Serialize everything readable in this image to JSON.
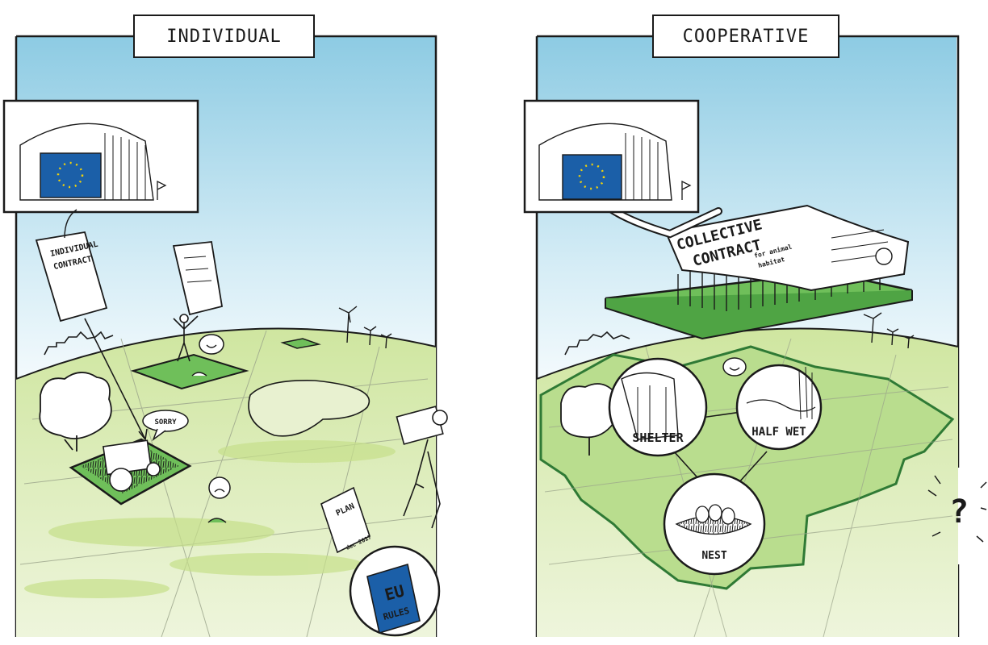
{
  "panels": {
    "left": {
      "title": "INDIVIDUAL",
      "contract_text": [
        "INDIVIDUAL",
        "CONTRACT"
      ],
      "speech_sorry": "SORRY",
      "plan_label": "PLAN",
      "plan_date": "dec 2017",
      "rules_book": [
        "EU",
        "RULES"
      ]
    },
    "right": {
      "title": "COOPERATIVE",
      "contract_text": [
        "COLLECTIVE",
        "CONTRACT"
      ],
      "contract_subtitle": [
        "for animal",
        "habitat"
      ],
      "habitat_labels": {
        "shelter": "SHELTER",
        "half_wet": "HALF WET",
        "nest": "NEST"
      },
      "question_mark": "?"
    }
  },
  "colors": {
    "sky": "#a9d7ea",
    "ground": "#dcebb8",
    "field_green": "#6fbf5a",
    "eu_blue": "#1b5fa8",
    "eu_star": "#f2d20a",
    "ink": "#1a1a1a"
  }
}
